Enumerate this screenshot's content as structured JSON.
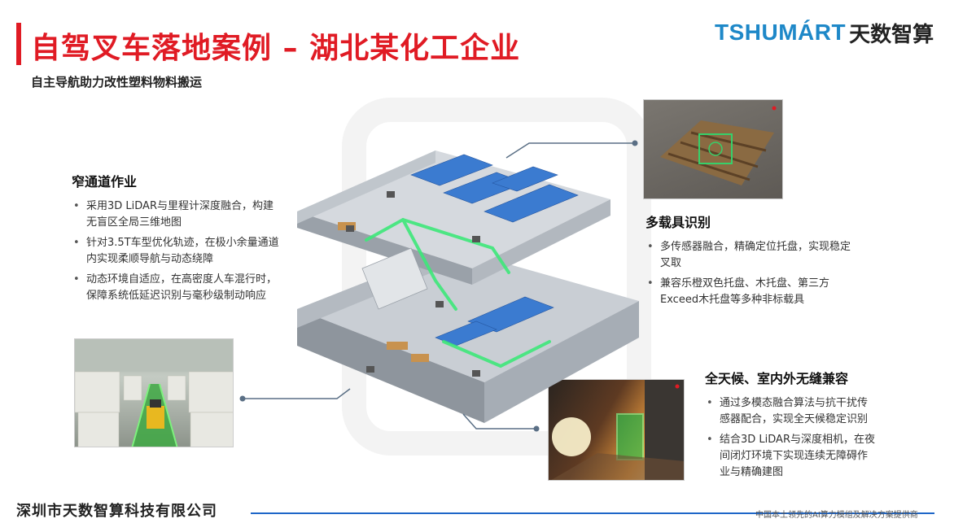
{
  "header": {
    "title": "自驾叉车落地案例 – 湖北某化工企业",
    "subtitle": "自主导航助力改性塑料物料搬运",
    "logo_en": "TSHUMÁRT",
    "logo_cn": "天数智算"
  },
  "colors": {
    "accent_red": "#e01b24",
    "brand_blue": "#1e88c8",
    "line_blue": "#1e66c8",
    "path_green": "#3ee87a"
  },
  "sections": {
    "narrow_aisle": {
      "title": "窄通道作业",
      "bullets": [
        "采用3D LiDAR与里程计深度融合，构建无盲区全局三维地图",
        "针对3.5T车型优化轨迹，在极小余量通道内实现柔顺导航与动态绕障",
        "动态环境自适应，在高密度人车混行时，保障系统低延迟识别与毫秒级制动响应"
      ]
    },
    "multi_carrier": {
      "title": "多载具识别",
      "bullets": [
        "多传感器融合，精确定位托盘，实现稳定叉取",
        "兼容乐橙双色托盘、木托盘、第三方Exceed木托盘等多种非标载具"
      ]
    },
    "all_weather": {
      "title": "全天候、室内外无缝兼容",
      "bullets": [
        "通过多模态融合算法与抗干扰传感器配合，实现全天候稳定识别",
        "结合3D LiDAR与深度相机，在夜间闭灯环境下实现连续无障碍作业与精确建图"
      ]
    }
  },
  "footer": {
    "company": "深圳市天数智算科技有限公司",
    "tagline": "中国本土领先的AI算力模组及解决方案提供商"
  }
}
